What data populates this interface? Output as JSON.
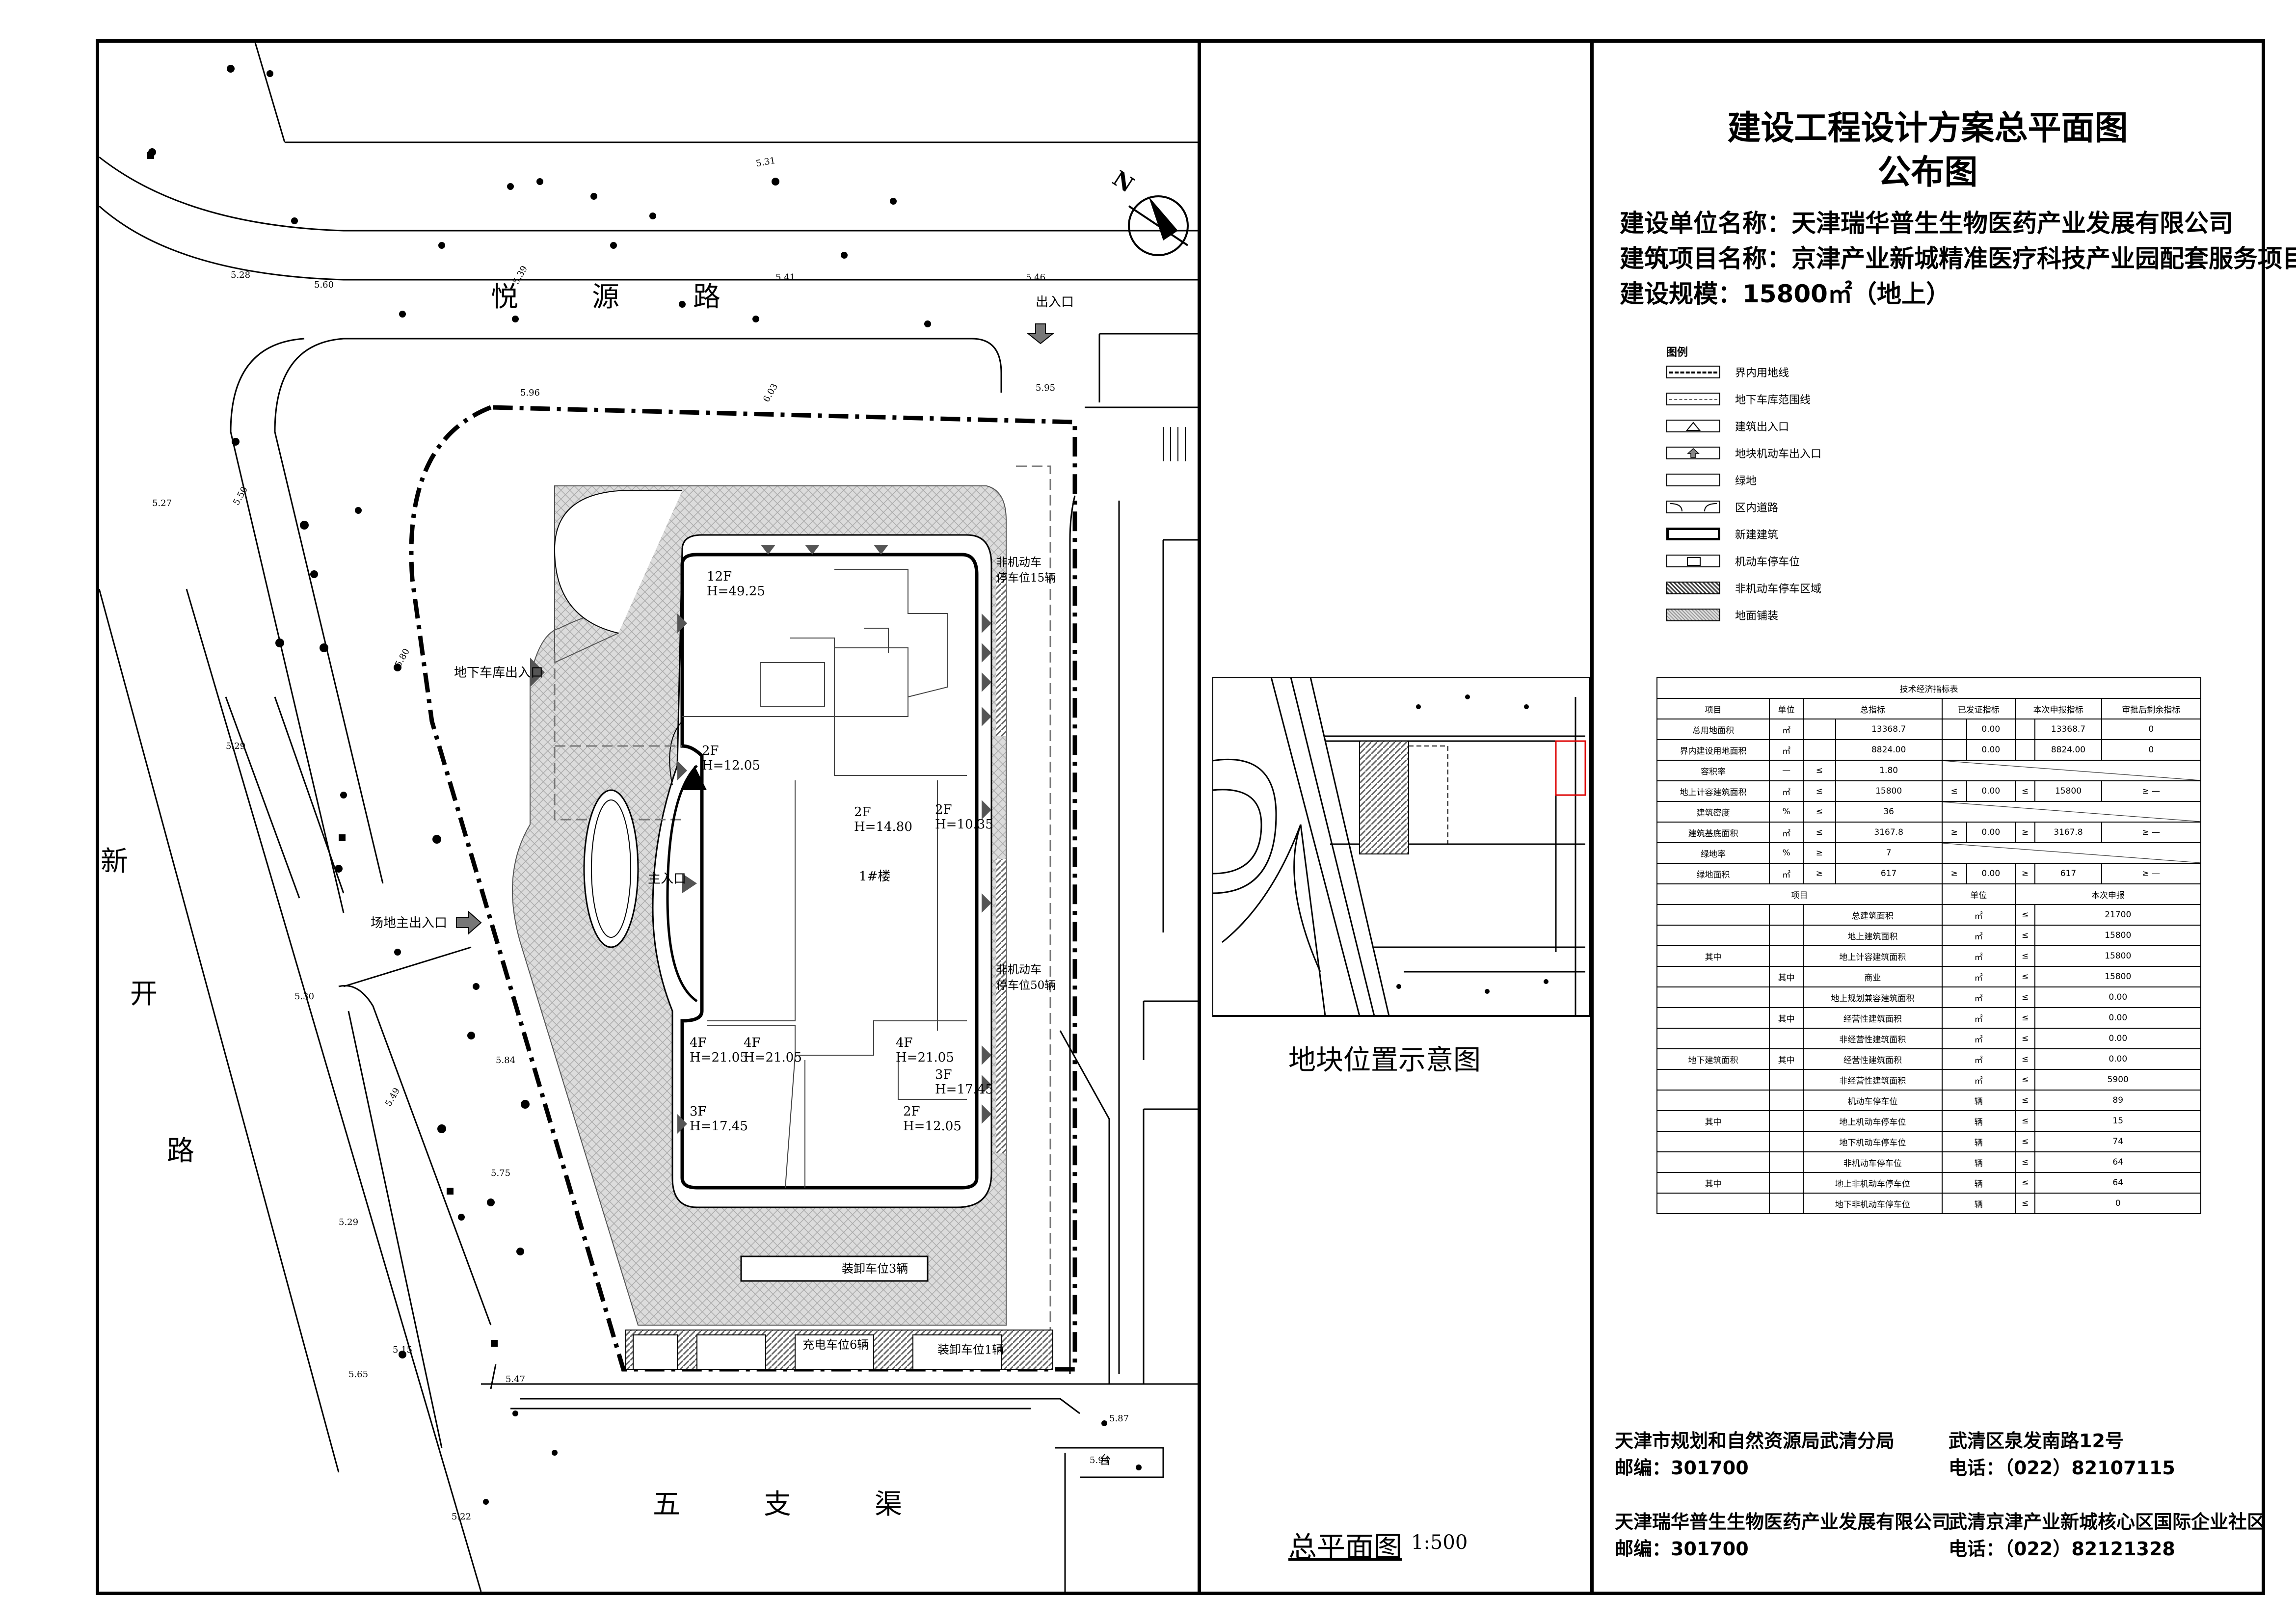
{
  "title": {
    "line1": "建设工程设计方案总平面图",
    "line2": "公布图"
  },
  "info": {
    "unit": "建设单位名称：天津瑞华普生生物医药产业发展有限公司",
    "project": "建筑项目名称：京津产业新城精准医疗科技产业园配套服务项目",
    "scale": "建设规模：15800㎡（地上）"
  },
  "legend": {
    "heading": "图例",
    "items": [
      {
        "label": "界内用地线",
        "kind": "dash-thick"
      },
      {
        "label": "地下车库范围线",
        "kind": "dash-thin"
      },
      {
        "label": "建筑出入口",
        "kind": "triangle"
      },
      {
        "label": "地块机动车出入口",
        "kind": "arrow"
      },
      {
        "label": "绿地",
        "kind": "rect"
      },
      {
        "label": "区内道路",
        "kind": "road"
      },
      {
        "label": "新建建筑",
        "kind": "rect-bold"
      },
      {
        "label": "机动车停车位",
        "kind": "parking"
      },
      {
        "label": "非机动车停车区域",
        "kind": "hatch"
      },
      {
        "label": "地面铺装",
        "kind": "paving"
      }
    ]
  },
  "tech_table": {
    "title": "技术经济指标表",
    "header": [
      "项目",
      "单位",
      "总指标",
      "",
      "已发证指标",
      "",
      "本次申报指标",
      "",
      "审批后剩余指标"
    ],
    "rows": [
      [
        "总用地面积",
        "㎡",
        "",
        "13368.7",
        "",
        "0.00",
        "",
        "13368.7",
        "0"
      ],
      [
        "界内建设用地面积",
        "㎡",
        "",
        "8824.00",
        "",
        "0.00",
        "",
        "8824.00",
        "0"
      ],
      [
        "容积率",
        "—",
        "≤",
        "1.80",
        "",
        "",
        "",
        "",
        ""
      ],
      [
        "地上计容建筑面积",
        "㎡",
        "≤",
        "15800",
        "≤",
        "0.00",
        "≤",
        "15800",
        "≥ —"
      ],
      [
        "建筑密度",
        "%",
        "≤",
        "36",
        "",
        "",
        "",
        "",
        ""
      ],
      [
        "建筑基底面积",
        "㎡",
        "≤",
        "3167.8",
        "≥",
        "0.00",
        "≥",
        "3167.8",
        "≥ —"
      ],
      [
        "绿地率",
        "%",
        "≥",
        "7",
        "",
        "",
        "",
        "",
        ""
      ],
      [
        "绿地面积",
        "㎡",
        "≥",
        "617",
        "≥",
        "0.00",
        "≥",
        "617",
        "≥ —"
      ]
    ],
    "header2": [
      "项目",
      "单位",
      "本次申报"
    ],
    "rows2": [
      [
        "",
        "",
        "总建筑面积",
        "㎡",
        "≤",
        "21700"
      ],
      [
        "",
        "",
        "地上建筑面积",
        "㎡",
        "≤",
        "15800"
      ],
      [
        "其中",
        "",
        "地上计容建筑面积",
        "㎡",
        "≤",
        "15800"
      ],
      [
        "",
        "其中",
        "商业",
        "㎡",
        "≤",
        "15800"
      ],
      [
        "",
        "",
        "地上规划兼容建筑面积",
        "㎡",
        "≤",
        "0.00"
      ],
      [
        "",
        "其中",
        "经营性建筑面积",
        "㎡",
        "≤",
        "0.00"
      ],
      [
        "",
        "",
        "非经营性建筑面积",
        "㎡",
        "≤",
        "0.00"
      ],
      [
        "地下建筑面积",
        "其中",
        "经营性建筑面积",
        "㎡",
        "≤",
        "0.00"
      ],
      [
        "",
        "",
        "非经营性建筑面积",
        "㎡",
        "≤",
        "5900"
      ],
      [
        "",
        "",
        "机动车停车位",
        "辆",
        "≤",
        "89"
      ],
      [
        "其中",
        "",
        "地上机动车停车位",
        "辆",
        "≤",
        "15"
      ],
      [
        "",
        "",
        "地下机动车停车位",
        "辆",
        "≤",
        "74"
      ],
      [
        "",
        "",
        "非机动车停车位",
        "辆",
        "≤",
        "64"
      ],
      [
        "其中",
        "",
        "地上非机动车停车位",
        "辆",
        "≤",
        "64"
      ],
      [
        "",
        "",
        "地下非机动车停车位",
        "辆",
        "≤",
        "0"
      ]
    ]
  },
  "contacts": {
    "bureau": "天津市规划和自然资源局武清分局",
    "bureau_postcode": "邮编：301700",
    "bureau_address": "武清区泉发南路12号",
    "bureau_phone": "电话：（022）82107115",
    "company": "天津瑞华普生生物医药产业发展有限公司",
    "company_postcode": "邮编：301700",
    "company_address": "武清京津产业新城核心区国际企业社区",
    "company_phone": "电话：（022）82121328"
  },
  "plan": {
    "road_north": [
      "悦",
      "源",
      "路"
    ],
    "road_west": [
      "新",
      "开",
      "路"
    ],
    "road_south": [
      "五",
      "支",
      "渠"
    ],
    "north_label": "N",
    "plan_title": "总平面图",
    "plan_scale": "1:500",
    "location_title": "地块位置示意图",
    "exit_label": "出入口",
    "garage_label": "地下车库出入口",
    "site_entry": "场地主出入口",
    "main_entry": "主入口",
    "building_name": "1#楼",
    "blocks": [
      {
        "floors": "12F",
        "height": "H=49.25"
      },
      {
        "floors": "2F",
        "height": "H=12.05"
      },
      {
        "floors": "2F",
        "height": "H=14.80"
      },
      {
        "floors": "2F",
        "height": "H=10.35"
      },
      {
        "floors": "4F",
        "height": "H=21.05"
      },
      {
        "floors": "4F",
        "height": "H=21.05"
      },
      {
        "floors": "4F",
        "height": "H=21.05"
      },
      {
        "floors": "3F",
        "height": "H=17.45"
      },
      {
        "floors": "3F",
        "height": "H=17.45"
      },
      {
        "floors": "2F",
        "height": "H=12.05"
      }
    ],
    "bike15_line1": "非机动车",
    "bike15_line2": "停车位15辆",
    "bike50_line1": "非机动车",
    "bike50_line2": "停车位50辆",
    "loading3": "装卸车位3辆",
    "loading1": "装卸车位1辆",
    "charging": "充电车位6辆",
    "elevations": [
      "5.31",
      "5.28",
      "5.60",
      "5.39",
      "5.41",
      "5.46",
      "5.96",
      "6.03",
      "5.95",
      "5.27",
      "5.50",
      "5.80",
      "5.29",
      "5.30",
      "5.84",
      "5.49",
      "5.75",
      "5.29",
      "5.15",
      "5.65",
      "5.47",
      "5.22",
      "5.87",
      "5.94"
    ],
    "tai": "台"
  }
}
